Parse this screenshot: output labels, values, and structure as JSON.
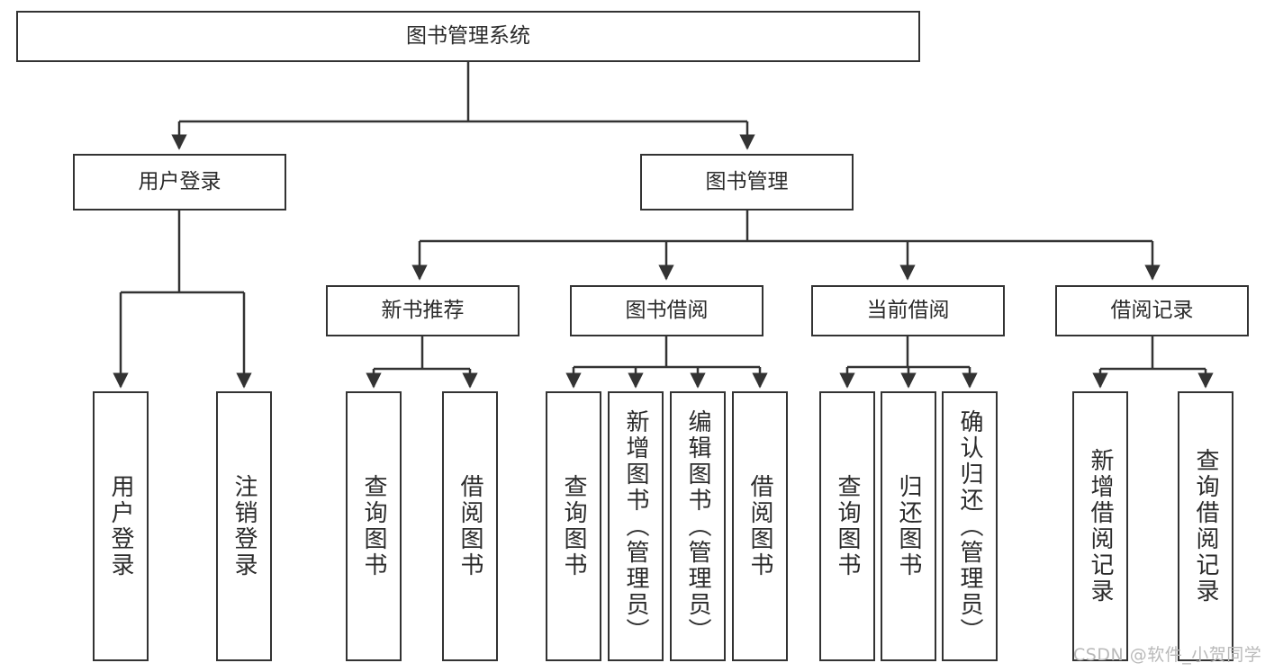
{
  "diagram": {
    "title": "图书管理系统",
    "watermark": "CSDN @软件_小贺同学",
    "colors": {
      "background": "#ffffff",
      "stroke": "#333333",
      "text": "#2b2b2b",
      "watermark": "#b9b9b9"
    },
    "nodes": {
      "root": {
        "label": "图书管理系统"
      },
      "level2": [
        {
          "label": "用户登录"
        },
        {
          "label": "图书管理"
        }
      ],
      "level3": [
        {
          "label": "新书推荐"
        },
        {
          "label": "图书借阅"
        },
        {
          "label": "当前借阅"
        },
        {
          "label": "借阅记录"
        }
      ],
      "leaves": {
        "user_login": [
          {
            "label": "用户登录"
          },
          {
            "label": "注销登录"
          }
        ],
        "new_book": [
          {
            "label": "查询图书"
          },
          {
            "label": "借阅图书"
          }
        ],
        "book_borrow": [
          {
            "label": "查询图书"
          },
          {
            "label": "新增图书（管理员）"
          },
          {
            "label": "编辑图书（管理员）"
          },
          {
            "label": "借阅图书"
          }
        ],
        "current_borrow": [
          {
            "label": "查询图书"
          },
          {
            "label": "归还图书"
          },
          {
            "label": "确认归还（管理员）"
          }
        ],
        "borrow_record": [
          {
            "label": "新增借阅记录"
          },
          {
            "label": "查询借阅记录"
          }
        ]
      }
    }
  }
}
